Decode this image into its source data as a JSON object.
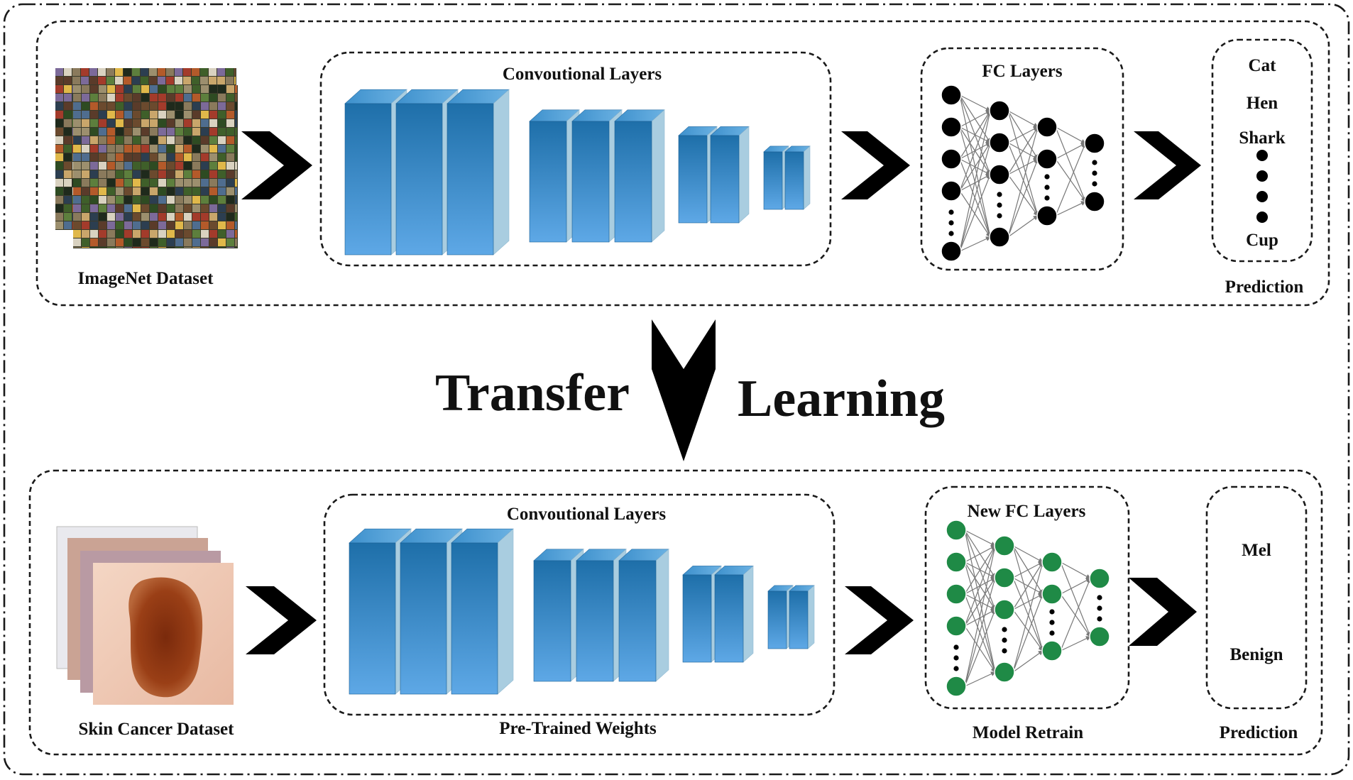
{
  "top_panel": {
    "dataset_label": "ImageNet Dataset",
    "conv_title": "Convoutional Layers",
    "fc_title": "FC Layers",
    "prediction_label": "Prediction",
    "classes": [
      "Cat",
      "Hen",
      "Shark",
      "Cup"
    ]
  },
  "transfer": {
    "word_left": "Transfer",
    "word_right": "Learning"
  },
  "bottom_panel": {
    "dataset_label": "Skin Cancer Dataset",
    "conv_title": "Convoutional Layers",
    "weights_label": "Pre-Trained Weights",
    "fc_title": "New FC Layers",
    "retrain_label": "Model Retrain",
    "prediction_label": "Prediction",
    "classes": [
      "Mel",
      "Benign"
    ]
  },
  "colors": {
    "block_front": "#2a7fbf",
    "block_top": "#5aa6dc",
    "block_side": "#a9cde0",
    "node_top": "#000000",
    "node_bottom": "#1f8a46",
    "edge": "#777777"
  }
}
